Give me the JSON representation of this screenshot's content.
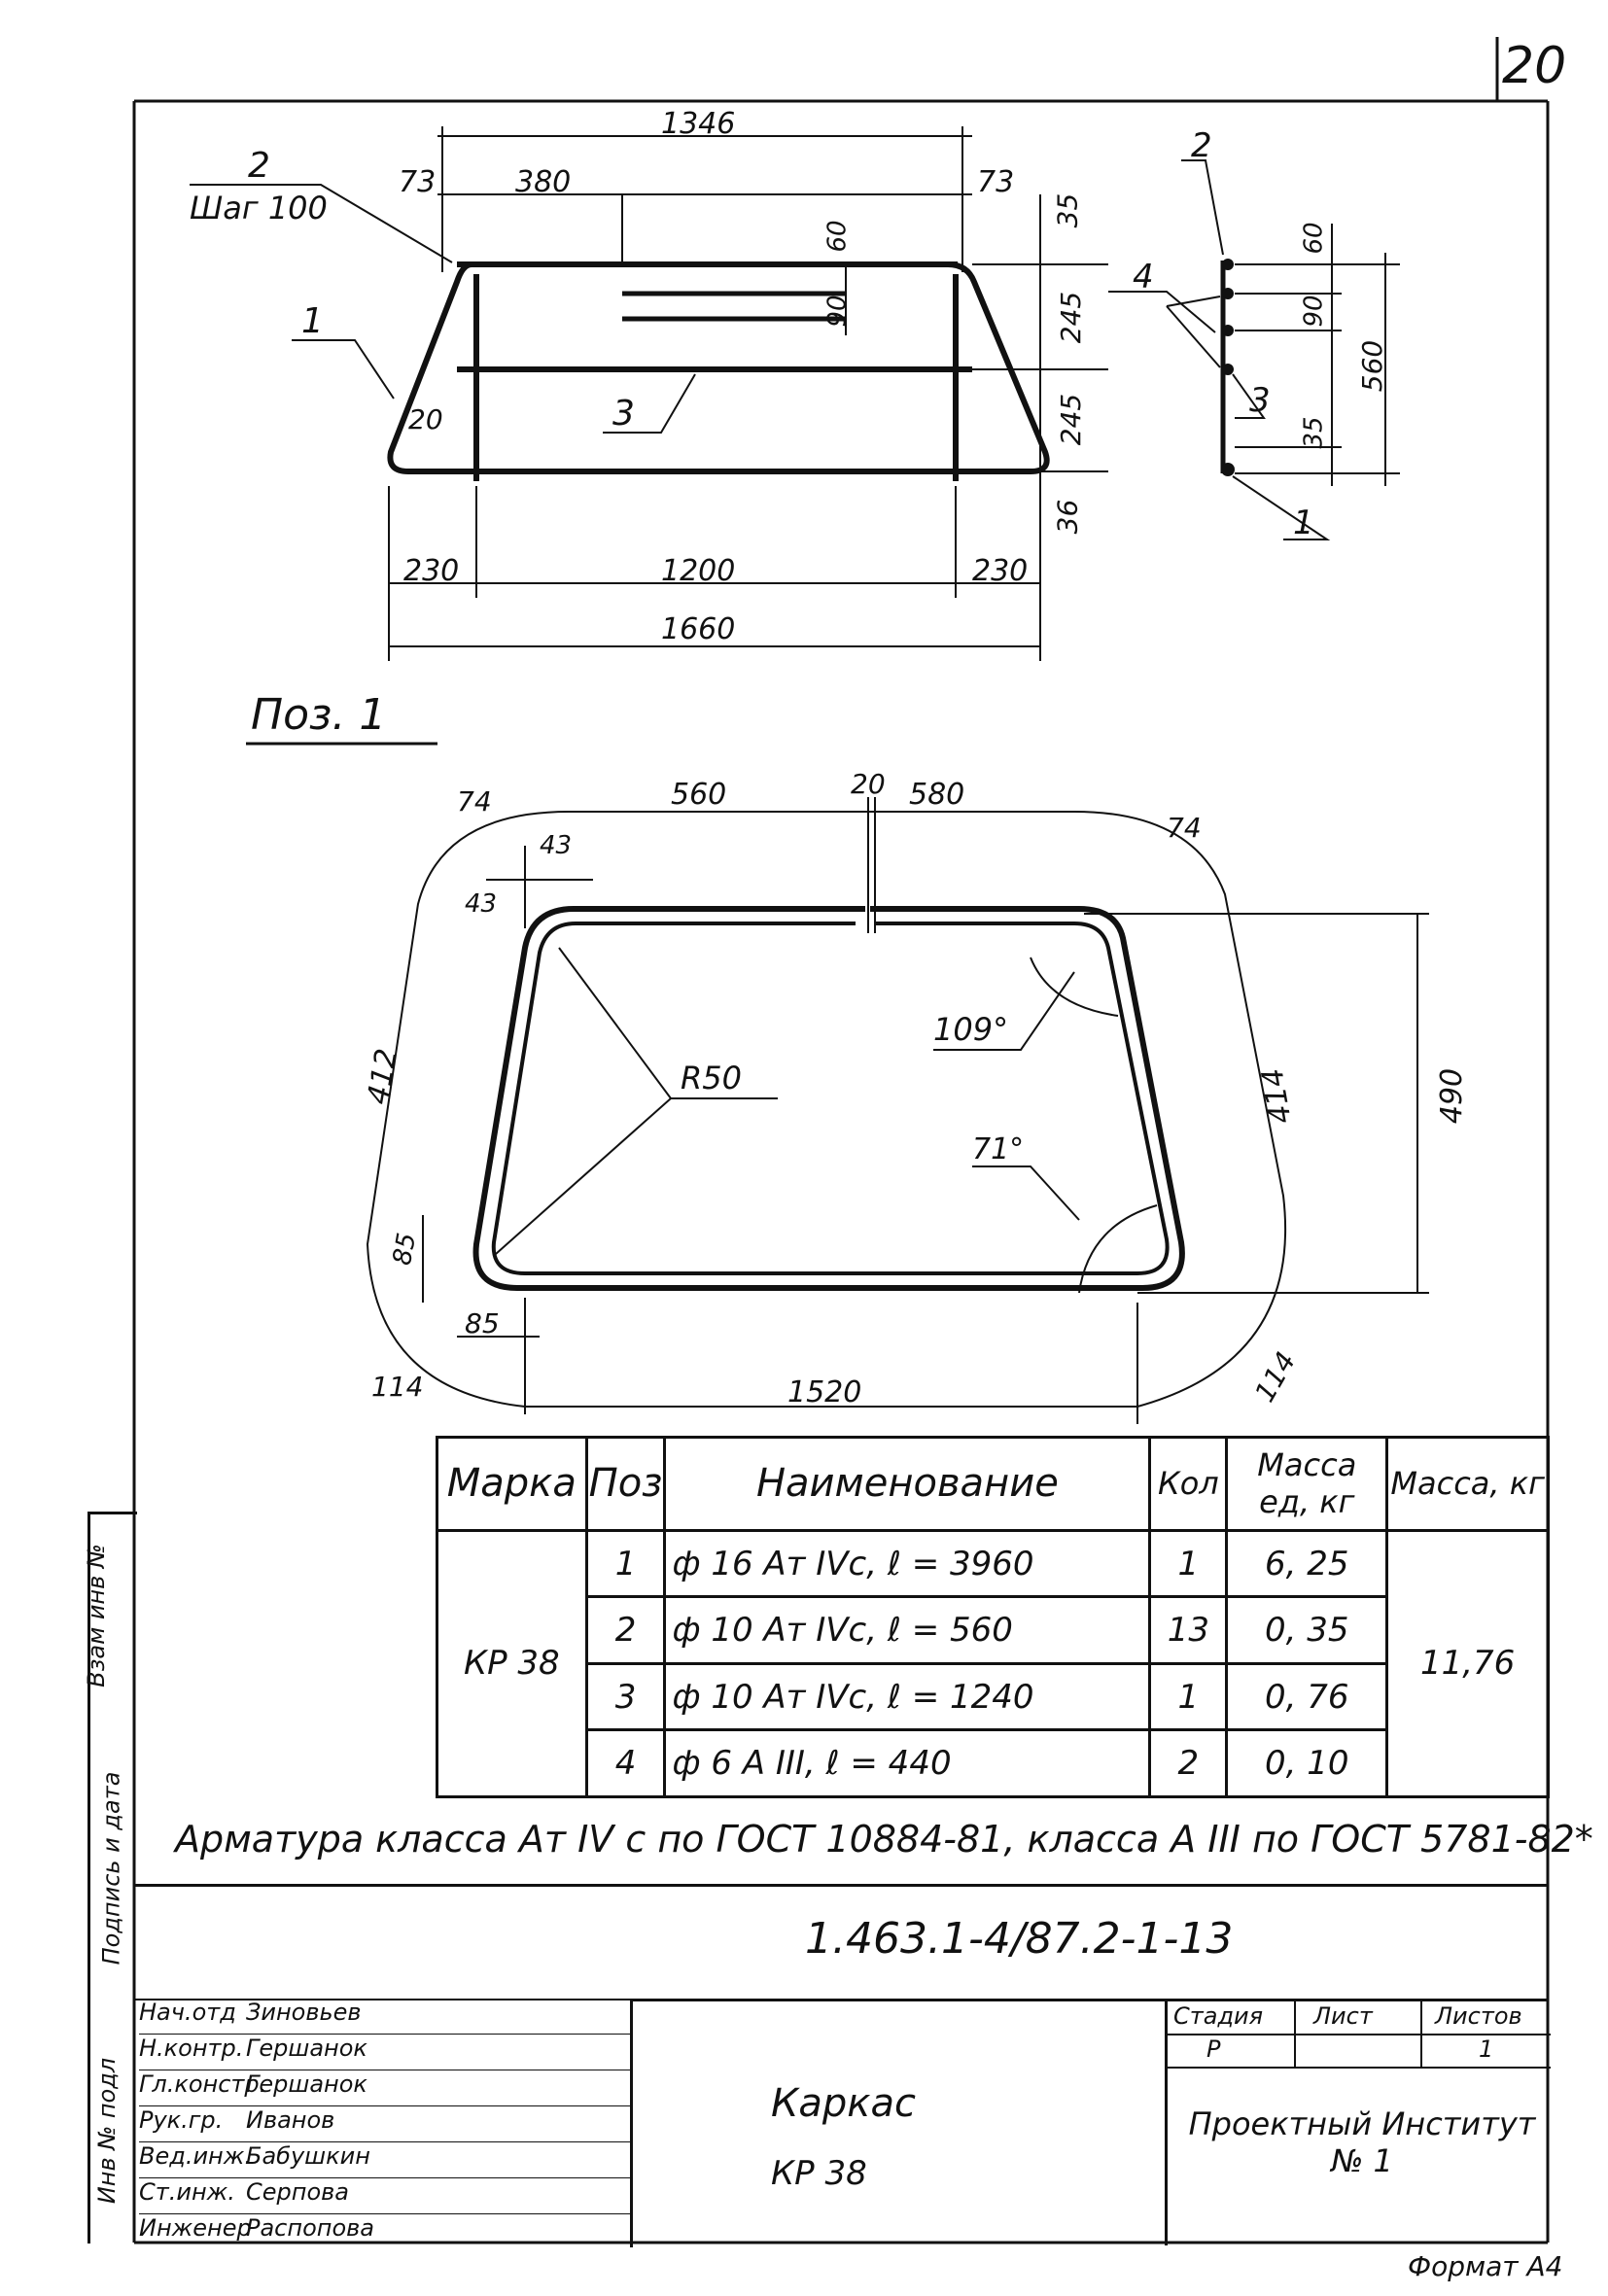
{
  "sheet_number": "20",
  "elevation": {
    "dims_top": {
      "overall": "1346",
      "left_off": "73",
      "span": "380",
      "right_off": "73"
    },
    "dims_right": [
      "35",
      "245",
      "245",
      "36"
    ],
    "dims_inner": [
      "60",
      "90"
    ],
    "dims_left": "20",
    "dims_bottom": {
      "left": "230",
      "mid": "1200",
      "right": "230",
      "overall": "1660"
    },
    "callouts": {
      "c1": "1",
      "c2": "2",
      "c3": "3",
      "step": "Шаг 100"
    }
  },
  "section": {
    "dims": [
      "60",
      "90",
      "35",
      "560"
    ],
    "callouts": {
      "c1": "1",
      "c2": "2",
      "c3": "3",
      "c4": "4"
    }
  },
  "pos1": {
    "title": "Поз. 1",
    "dims": {
      "a74l": "74",
      "a74r": "74",
      "d560": "560",
      "d20": "20",
      "d580": "580",
      "d43a": "43",
      "d43b": "43",
      "d412": "412",
      "r50": "R50",
      "ang109": "109°",
      "d490": "490",
      "d414": "414",
      "ang71": "71°",
      "d85a": "85",
      "d85b": "85",
      "a114l": "114",
      "d1520": "1520",
      "a114r": "114"
    }
  },
  "spec_table": {
    "headers": {
      "mark": "Марка",
      "pos": "Поз",
      "name": "Наименование",
      "qty": "Кол",
      "mass_unit": "Масса ед, кг",
      "mass": "Масса, кг"
    },
    "mark_value": "КР 38",
    "total_mass": "11,76",
    "rows": [
      {
        "pos": "1",
        "name": "ф 16 Ат IVc,   ℓ = 3960",
        "qty": "1",
        "mass": "6, 25"
      },
      {
        "pos": "2",
        "name": "ф 10 Ат IVc,   ℓ = 560",
        "qty": "13",
        "mass": "0, 35"
      },
      {
        "pos": "3",
        "name": "ф 10 Ат IVc,   ℓ = 1240",
        "qty": "1",
        "mass": "0, 76"
      },
      {
        "pos": "4",
        "name": "ф 6 А III,   ℓ = 440",
        "qty": "2",
        "mass": "0, 10"
      }
    ]
  },
  "note": "Арматура класса Ат IV с по ГОСТ 10884-81, класса А III по ГОСТ 5781-82*",
  "side_stamp": [
    "Инв № подл",
    "Подпись и дата",
    "Взам инв №"
  ],
  "title_block": {
    "doc_code": "1.463.1-4/87.2-1-13",
    "title_line1": "Каркас",
    "title_line2": "КР 38",
    "stage_label": "Стадия",
    "sheet_label": "Лист",
    "sheets_label": "Листов",
    "stage_value": "Р",
    "sheets_value": "1",
    "org": "Проектный Институт № 1",
    "people": [
      {
        "role": "Нач.отд",
        "name": "Зиновьев"
      },
      {
        "role": "Н.контр.",
        "name": "Гершанок"
      },
      {
        "role": "Гл.констр.",
        "name": "Гершанок"
      },
      {
        "role": "Рук.гр.",
        "name": "Иванов"
      },
      {
        "role": "Вед.инж.",
        "name": "Бабушкин"
      },
      {
        "role": "Ст.инж.",
        "name": "Серпова"
      },
      {
        "role": "Инженер",
        "name": "Распопова"
      }
    ]
  },
  "format": "Формат А4"
}
